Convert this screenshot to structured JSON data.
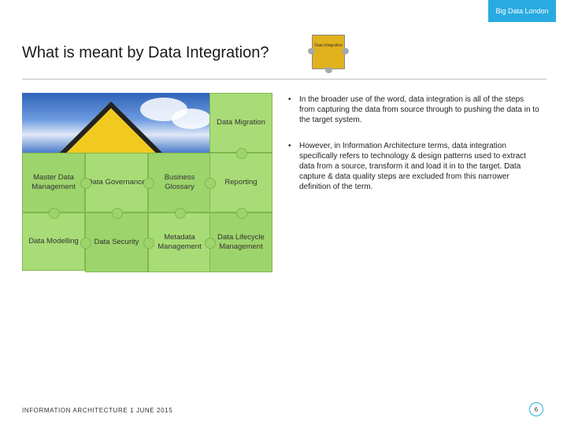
{
  "header": {
    "brand": "Big Data London"
  },
  "slide": {
    "title": "What is meant by Data Integration?",
    "badge_label": "Data Integration"
  },
  "puzzle": {
    "top_right": "Data Migration",
    "row1": [
      "Master Data Management",
      "Data Governance",
      "Business Glossary",
      "Reporting"
    ],
    "row2": [
      "Data Modelling",
      "Data Security",
      "Metadata Management",
      "Data Lifecycle Management"
    ]
  },
  "bullets": [
    "In the broader use of the word, data integration is all of the steps from capturing the data from source through to pushing the data in to the target system.",
    "However, in Information Architecture terms, data integration specifically refers to technology & design patterns used to extract data from a source, transform it and load it in to the target. Data capture & data quality steps are excluded from this narrower definition of the term."
  ],
  "footer": {
    "text": "INFORMATION ARCHITECTURE 1 JUNE 2015",
    "page": "6"
  },
  "colors": {
    "accent": "#29abe2",
    "puzzle_green": "#9ed46c",
    "badge_gold": "#e0b21c"
  }
}
